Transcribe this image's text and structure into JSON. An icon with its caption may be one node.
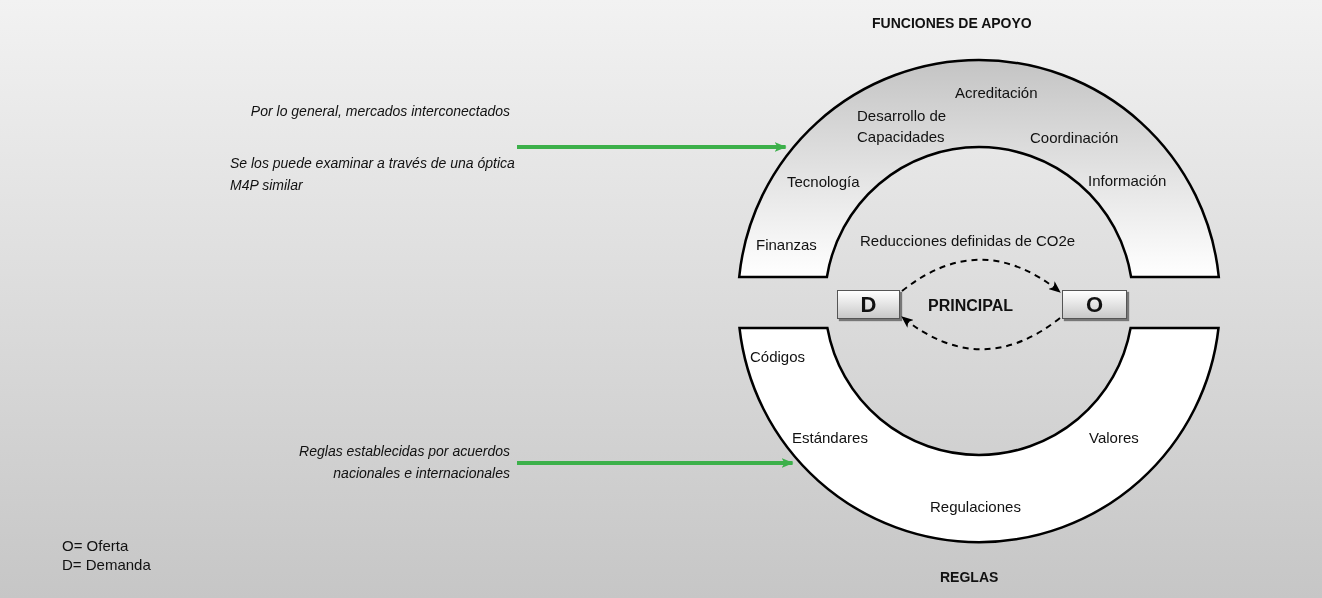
{
  "diagram": {
    "nodes": [
      {
        "text": [
          "Por lo general, mercados interconectados",
          "Se los puede examinar a través de una óptica M4P similar"
        ]
      },
      {
        "text": [
          "FUNCIONES DE APOYO",
          "Acreditación",
          "Desarrollo de Capacidades",
          "Coordinación",
          "Tecnología",
          "Información",
          "Finanzas"
        ]
      },
      {
        "text": [
          "D"
        ]
      },
      {
        "text": [
          "O"
        ]
      },
      {
        "text": [
          "Reglas establecidas por acuerdos nacionales e internacionales"
        ]
      },
      {
        "text": [
          "Códigos",
          "Estándares",
          "Valores",
          "Regulaciones",
          "REGLAS"
        ]
      }
    ],
    "edges": [
      {
        "from": 0,
        "to": 1,
        "arrow": "to",
        "style": "thick",
        "color": "#3cb04a"
      },
      {
        "from": 2,
        "to": 3,
        "arrow": "to",
        "style": "dashed",
        "color": "#000000"
      },
      {
        "from": 3,
        "to": 2,
        "arrow": "to",
        "style": "dashed",
        "color": "#000000"
      },
      {
        "from": 4,
        "to": 5,
        "arrow": "to",
        "style": "thick",
        "color": "#3cb04a"
      }
    ],
    "labels": [
      "Reducciones definidas de CO2e",
      "PRINCIPAL",
      "O= Oferta",
      "D= Demanda"
    ]
  }
}
